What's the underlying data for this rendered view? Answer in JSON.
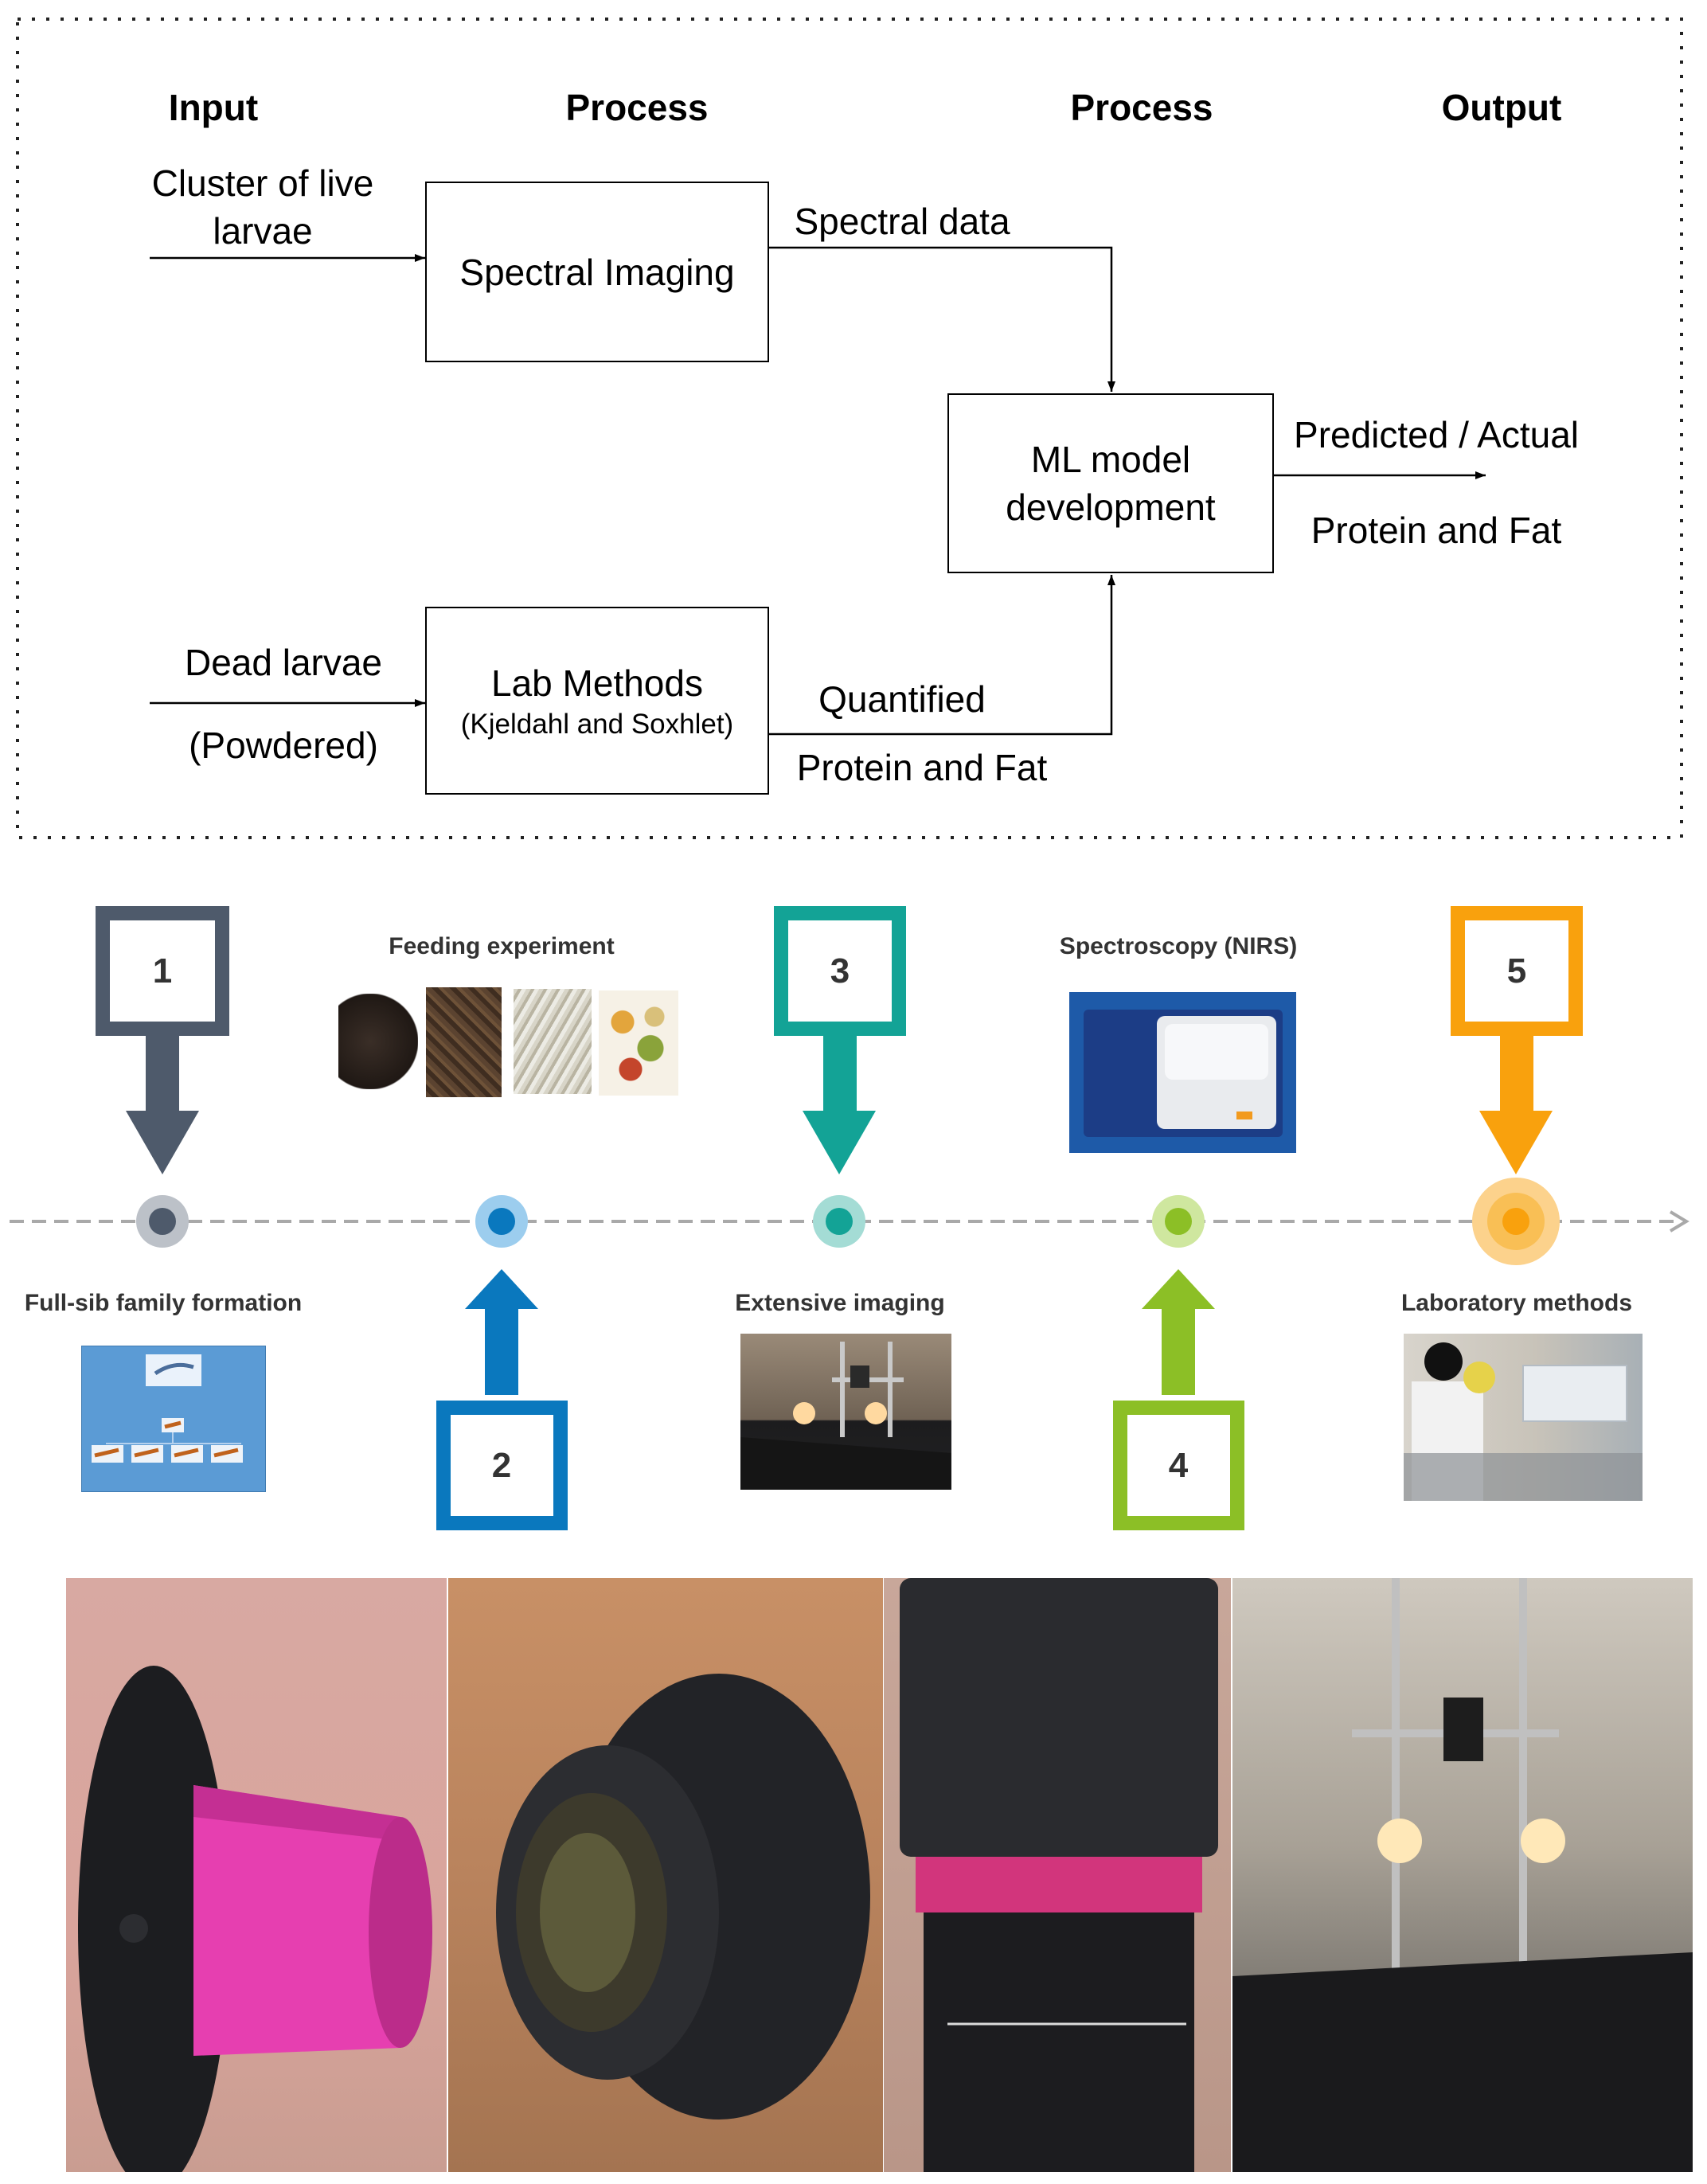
{
  "flowchart": {
    "headers": [
      "Input",
      "Process",
      "Process",
      "Output"
    ],
    "input_live": [
      "Cluster of live",
      "larvae"
    ],
    "box_imaging": "Spectral Imaging",
    "label_spectral": "Spectral data",
    "input_dead": "Dead larvae",
    "input_dead_sub": "(Powdered)",
    "box_lab": "Lab Methods",
    "box_lab_sub": "(Kjeldahl and Soxhlet)",
    "label_quantified": "Quantified",
    "label_quantified_sub": "Protein and Fat",
    "box_ml": [
      "ML model",
      "development"
    ],
    "output_top": "Predicted / Actual",
    "output_bottom": "Protein and Fat"
  },
  "timeline": {
    "steps": [
      {
        "number": "1",
        "label": "Full-sib family formation",
        "color": "#4e5a6b",
        "dot": "#bcc1c8"
      },
      {
        "number": "2",
        "label": "Feeding experiment",
        "color": "#0a78be",
        "dot": "#9ccdee"
      },
      {
        "number": "3",
        "label": "Extensive imaging",
        "color": "#13a396",
        "dot": "#a4dcd5"
      },
      {
        "number": "4",
        "label": "Spectroscopy (NIRS)",
        "color": "#8cbf26",
        "dot": "#cfe79f"
      },
      {
        "number": "5",
        "label": "Laboratory methods",
        "color": "#f9a10d",
        "dot": "#fcd28c"
      }
    ]
  },
  "photos": [
    "camera-side-view",
    "camera-lens-view",
    "ximea-imec-camera",
    "imaging-rig"
  ]
}
